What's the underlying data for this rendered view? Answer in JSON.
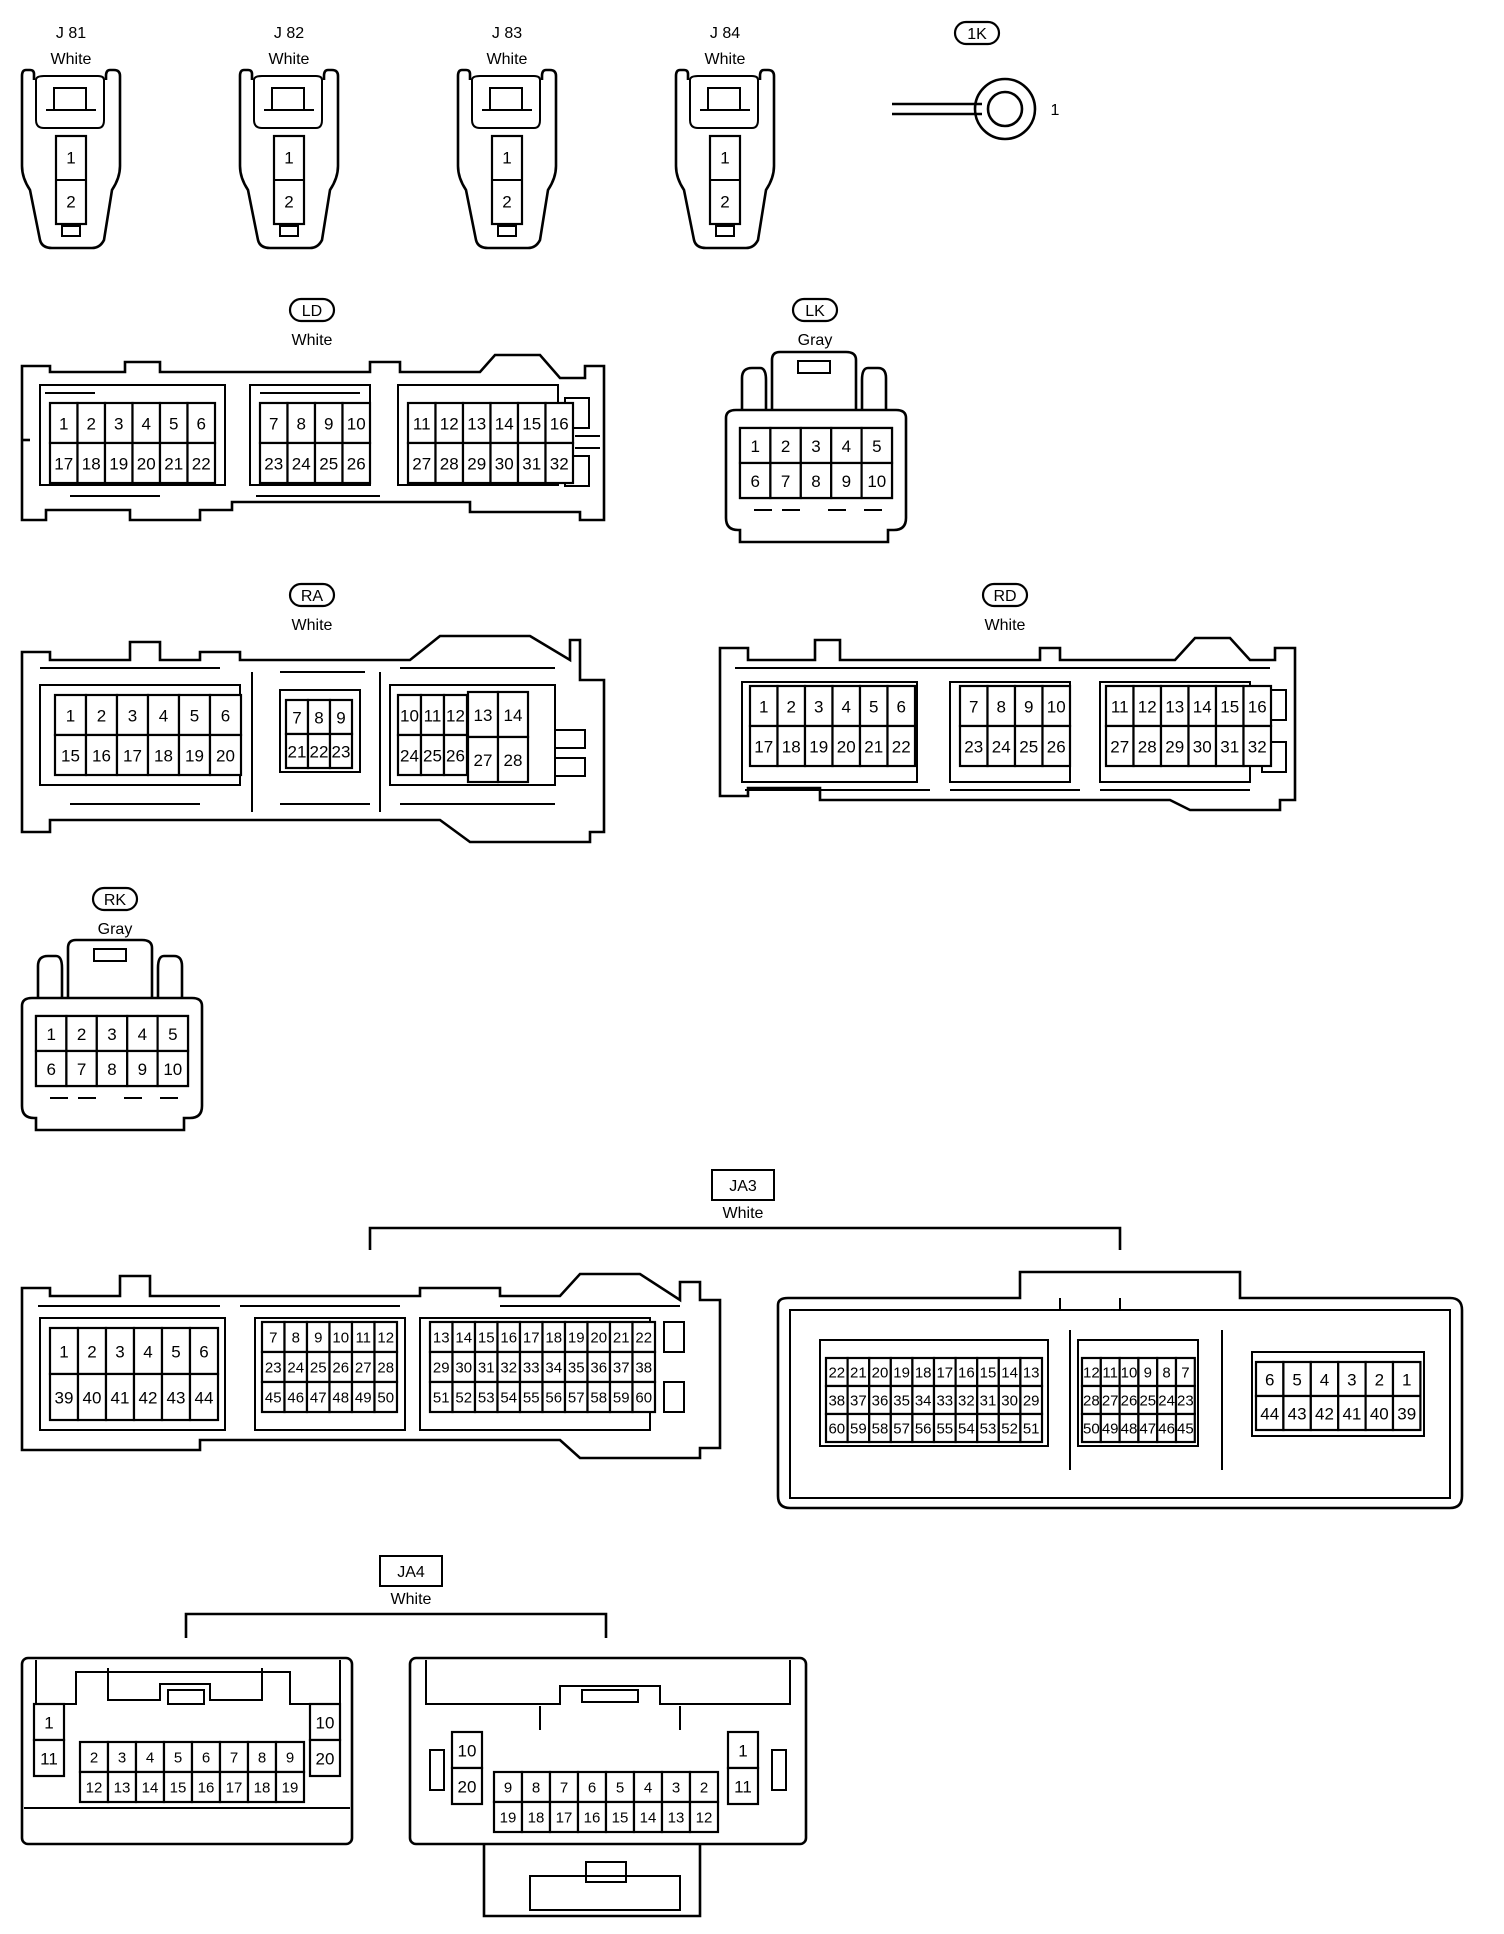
{
  "connectors": {
    "J81": {
      "name": "J 81",
      "color": "White",
      "pins": [
        "1",
        "2"
      ]
    },
    "J82": {
      "name": "J 82",
      "color": "White",
      "pins": [
        "1",
        "2"
      ]
    },
    "J83": {
      "name": "J 83",
      "color": "White",
      "pins": [
        "1",
        "2"
      ]
    },
    "J84": {
      "name": "J 84",
      "color": "White",
      "pins": [
        "1",
        "2"
      ]
    },
    "1K": {
      "name": "1K",
      "pin": "1"
    },
    "LD": {
      "name": "LD",
      "color": "White",
      "top": [
        "1",
        "2",
        "3",
        "4",
        "5",
        "6",
        "7",
        "8",
        "9",
        "10",
        "11",
        "12",
        "13",
        "14",
        "15",
        "16"
      ],
      "bottom": [
        "17",
        "18",
        "19",
        "20",
        "21",
        "22",
        "23",
        "24",
        "25",
        "26",
        "27",
        "28",
        "29",
        "30",
        "31",
        "32"
      ]
    },
    "LK": {
      "name": "LK",
      "color": "Gray",
      "top": [
        "1",
        "2",
        "3",
        "4",
        "5"
      ],
      "bottom": [
        "6",
        "7",
        "8",
        "9",
        "10"
      ]
    },
    "RA": {
      "name": "RA",
      "color": "White",
      "top": [
        "1",
        "2",
        "3",
        "4",
        "5",
        "6",
        "7",
        "8",
        "9",
        "10",
        "11",
        "12",
        "13",
        "14"
      ],
      "bottom": [
        "15",
        "16",
        "17",
        "18",
        "19",
        "20",
        "21",
        "22",
        "23",
        "24",
        "25",
        "26",
        "27",
        "28"
      ]
    },
    "RD": {
      "name": "RD",
      "color": "White",
      "top": [
        "1",
        "2",
        "3",
        "4",
        "5",
        "6",
        "7",
        "8",
        "9",
        "10",
        "11",
        "12",
        "13",
        "14",
        "15",
        "16"
      ],
      "bottom": [
        "17",
        "18",
        "19",
        "20",
        "21",
        "22",
        "23",
        "24",
        "25",
        "26",
        "27",
        "28",
        "29",
        "30",
        "31",
        "32"
      ]
    },
    "RK": {
      "name": "RK",
      "color": "Gray",
      "top": [
        "1",
        "2",
        "3",
        "4",
        "5"
      ],
      "bottom": [
        "6",
        "7",
        "8",
        "9",
        "10"
      ]
    },
    "JA3": {
      "name": "JA3",
      "color": "White",
      "left": {
        "row1": [
          "1",
          "2",
          "3",
          "4",
          "5",
          "6",
          "7",
          "8",
          "9",
          "10",
          "11",
          "12",
          "13",
          "14",
          "15",
          "16",
          "17",
          "18",
          "19",
          "20",
          "21",
          "22"
        ],
        "row2": [
          "23",
          "24",
          "25",
          "26",
          "27",
          "28",
          "29",
          "30",
          "31",
          "32",
          "33",
          "34",
          "35",
          "36",
          "37",
          "38"
        ],
        "row3": [
          "39",
          "40",
          "41",
          "42",
          "43",
          "44",
          "45",
          "46",
          "47",
          "48",
          "49",
          "50",
          "51",
          "52",
          "53",
          "54",
          "55",
          "56",
          "57",
          "58",
          "59",
          "60"
        ]
      },
      "right": {
        "row1": [
          "22",
          "21",
          "20",
          "19",
          "18",
          "17",
          "16",
          "15",
          "14",
          "13",
          "12",
          "11",
          "10",
          "9",
          "8",
          "7",
          "6",
          "5",
          "4",
          "3",
          "2",
          "1"
        ],
        "row2": [
          "38",
          "37",
          "36",
          "35",
          "34",
          "33",
          "32",
          "31",
          "30",
          "29",
          "28",
          "27",
          "26",
          "25",
          "24",
          "23"
        ],
        "row3": [
          "60",
          "59",
          "58",
          "57",
          "56",
          "55",
          "54",
          "53",
          "52",
          "51",
          "50",
          "49",
          "48",
          "47",
          "46",
          "45",
          "44",
          "43",
          "42",
          "41",
          "40",
          "39"
        ]
      }
    },
    "JA4": {
      "name": "JA4",
      "color": "White",
      "left": {
        "top": [
          "1",
          "2",
          "3",
          "4",
          "5",
          "6",
          "7",
          "8",
          "9",
          "10"
        ],
        "bottom": [
          "11",
          "12",
          "13",
          "14",
          "15",
          "16",
          "17",
          "18",
          "19",
          "20"
        ]
      },
      "right": {
        "top": [
          "10",
          "9",
          "8",
          "7",
          "6",
          "5",
          "4",
          "3",
          "2",
          "1"
        ],
        "bottom": [
          "20",
          "19",
          "18",
          "17",
          "16",
          "15",
          "14",
          "13",
          "12",
          "11"
        ]
      }
    }
  }
}
